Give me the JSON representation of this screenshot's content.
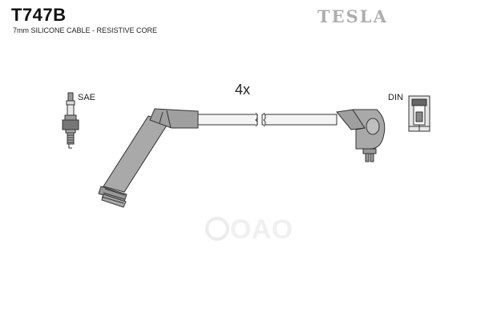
{
  "header": {
    "part_number": "T747B",
    "spec": "7mm SILICONE CABLE - RESISTIVE CORE",
    "brand": "TESLA"
  },
  "diagram": {
    "spark_plug_label": "SAE",
    "coil_label": "DIN",
    "quantity": "4x"
  },
  "watermark": {
    "text": "ОАО",
    "logo": "auto-parts-logo"
  },
  "colors": {
    "boot_fill": "#a9a9a9",
    "outline": "#333333",
    "brand": "#aeaeae"
  }
}
